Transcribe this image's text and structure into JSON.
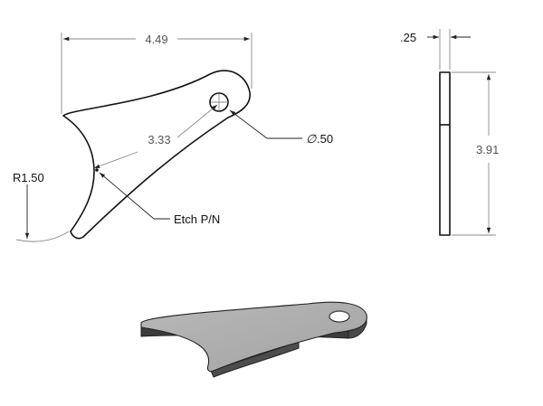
{
  "drawing": {
    "dimensions": {
      "overall_width": "4.49",
      "hole_spacing": "3.33",
      "radius": "R1.50",
      "thickness": ".25",
      "height": "3.91"
    },
    "callouts": {
      "hole_symbol": "∅",
      "hole_diameter": ".50",
      "etch_note": "Etch P/N"
    }
  }
}
